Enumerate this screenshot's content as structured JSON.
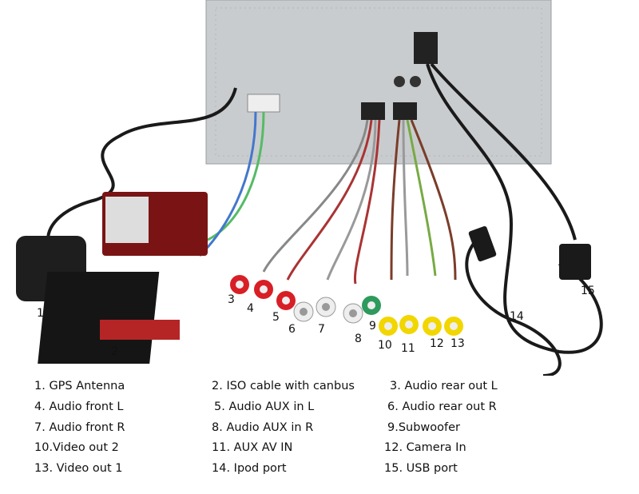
{
  "callouts": [
    "1",
    "2",
    "3",
    "4",
    "5",
    "6",
    "7",
    "8",
    "9",
    "10",
    "11",
    "12",
    "13",
    "14",
    "15"
  ],
  "legend": [
    "1. GPS Antenna",
    "2. ISO cable with canbus",
    "3. Audio rear out L",
    "4. Audio front L",
    "5. Audio AUX in L",
    "6. Audio rear out R",
    "7. Audio front R",
    "8. Audio AUX in R",
    "9.Subwoofer",
    "10.Video out 2",
    "11. AUX AV IN",
    "12. Camera In",
    "13. Video out 1",
    "14. Ipod port",
    "15. USB port"
  ],
  "colors": {
    "red": "#d81f26",
    "white": "#eeeeee",
    "green": "#2e9a5c",
    "yellow": "#f2d600",
    "unit": "#c9ccce",
    "box": "#7a1414",
    "black": "#1a1a1a"
  }
}
